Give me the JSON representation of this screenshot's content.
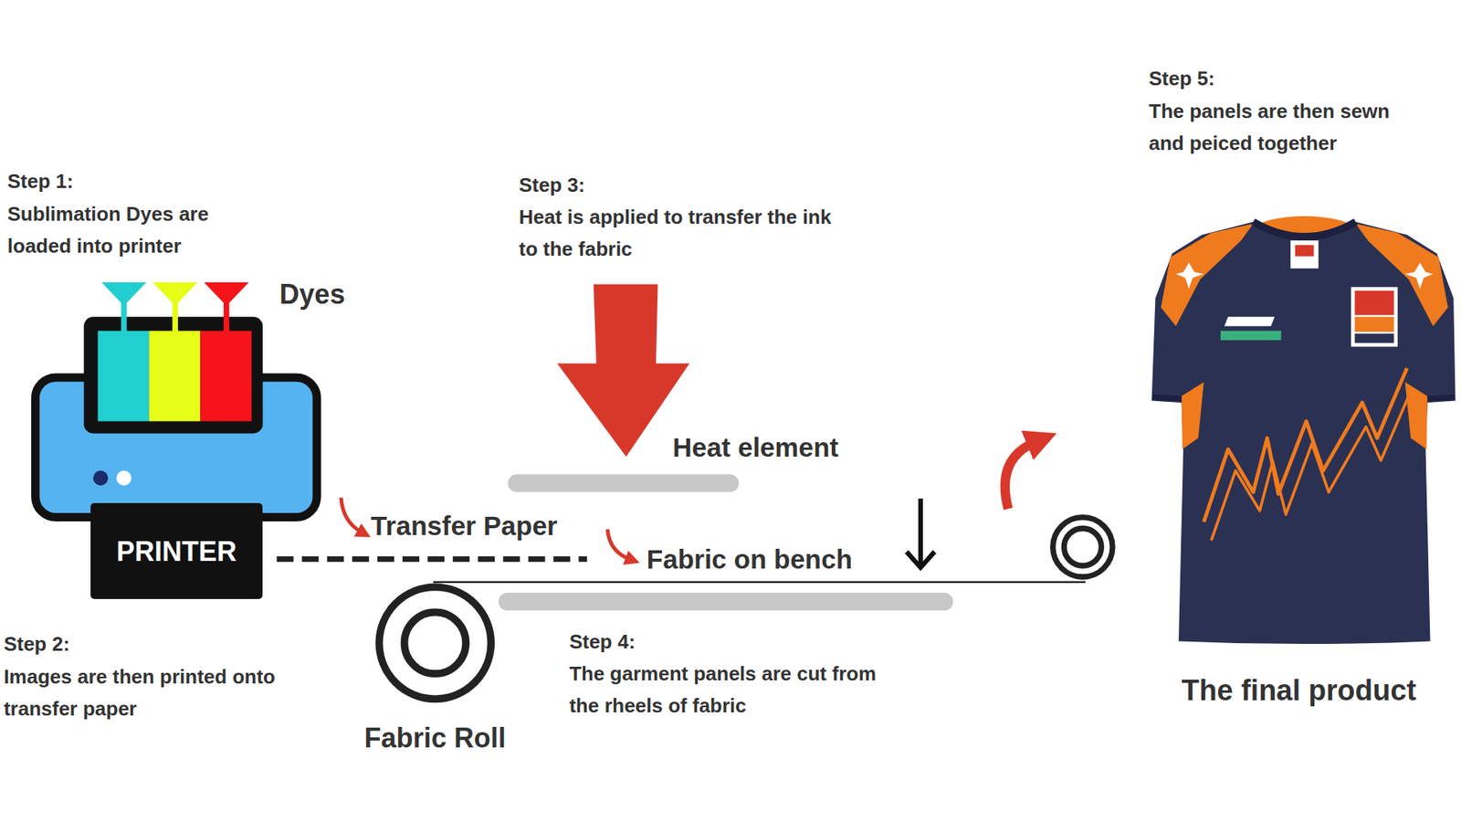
{
  "diagram": {
    "nodes": [
      {
        "text": [
          "PRINTER"
        ]
      },
      {
        "text": [
          "Fabric Roll"
        ]
      }
    ],
    "labels": [
      "Step 1:",
      "Sublimation Dyes are loaded into printer",
      "Dyes",
      "Step 2:",
      "Images are then printed onto transfer paper",
      "Transfer Paper",
      "Step 3:",
      "Heat is applied to transfer the ink to the fabric",
      "Heat element",
      "Fabric on bench",
      "Step 4:",
      "The garment panels are cut from the rheels of fabric",
      "Step 5:",
      "The panels are then sewn and peiced together",
      "The final product"
    ]
  }
}
